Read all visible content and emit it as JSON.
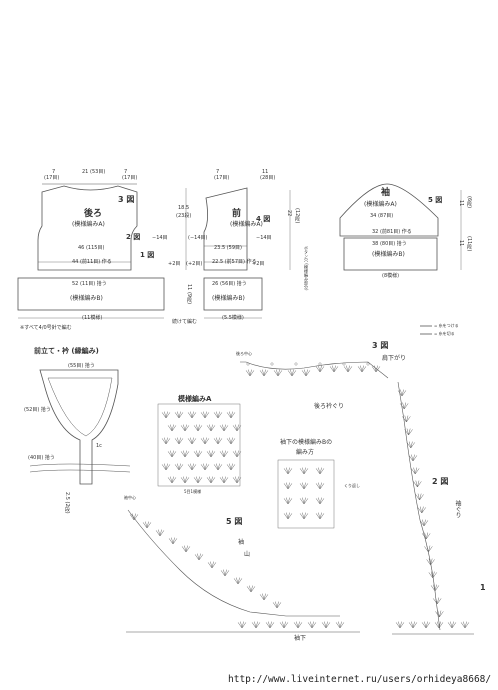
{
  "schematics": {
    "back": {
      "top_widths": [
        "7",
        "21",
        "(53目)",
        "7",
        "(17目)",
        "(17目)"
      ],
      "fig3": "3 図",
      "title": "後ろ",
      "pattern": "(模様編みA)",
      "fig2": "2 図",
      "dec_right": "−14目",
      "width_mid": "46 (115目)",
      "width_cast": "44 (前11目) 作る",
      "fig1": "1 図",
      "height_side": "+2目"
    },
    "front": {
      "top_widths": [
        "7",
        "(17目)",
        "11",
        "(28目)"
      ],
      "title": "前",
      "pattern": "(模様編みA)",
      "fig4": "4 図",
      "dec_left": "(−14目)",
      "dec_right": "−14目",
      "width_mid": "23.5 (59目)",
      "width_cast": "22.5 (前57目) 作る",
      "inc_left": "(+2目)",
      "inc_right": "+2目",
      "heights": [
        "18.5",
        "(23段)",
        "22",
        "(12段)"
      ],
      "side_note": "ボタン穴 (模様編み部分)"
    },
    "sleeve": {
      "title": "袖",
      "pattern": "(模様編みA)",
      "fig5": "5 図",
      "width_top": "34 (87目)",
      "width_mid": "32 (前81目) 作る",
      "width_cuff": "38 (80目) 拾う",
      "cuff_pattern": "(模様編みB)",
      "cuff_width": "(8模様)",
      "heights": [
        "11",
        "(6段)",
        "11",
        "(11段)"
      ]
    },
    "hem": {
      "pick": "52 (11目) 拾う",
      "pattern": "(模様編みB)",
      "width": "(11模様)",
      "front_pick": "26 (56目) 拾う",
      "front_pattern": "(模様編みB)",
      "front_width": "(5.5模様)",
      "note_cont": "続けて編む",
      "height": "11 (9段)"
    },
    "footnote": "※すべて4/0号針で編む"
  },
  "collar": {
    "title": "前立て・衿 (縁編み)",
    "top": "(55目) 拾う",
    "side": "(52目) 拾う",
    "bottom": "(40目) 拾う",
    "mark": "1c",
    "depth": "2.5 (2段)"
  },
  "legend": [
    "= 糸をつける",
    "= 糸を切る"
  ],
  "pattern_a": {
    "title": "模様編みA",
    "repeat": "5目1模様"
  },
  "pattern_b_howto": {
    "title": "袖下の模様編みBの",
    "subtitle": "編み方",
    "note": "くり返し"
  },
  "fig3_chart": {
    "label": "3 図",
    "shoulder": "肩下がり",
    "center": "後ろ中心",
    "neck": "後ろ衿ぐり"
  },
  "fig2_chart": {
    "label": "2 図",
    "armhole": "袖ぐり"
  },
  "fig5_chart": {
    "label": "5 図",
    "center": "袖中心",
    "cap": "袖",
    "cap2": "山",
    "underarm": "袖下"
  },
  "fig1_chart": {
    "label": "1"
  },
  "footer": {
    "url": "http://www.liveinternet.ru/users/orhideya8668/"
  },
  "colors": {
    "line": "#555555",
    "text": "#333333",
    "background": "#ffffff"
  }
}
